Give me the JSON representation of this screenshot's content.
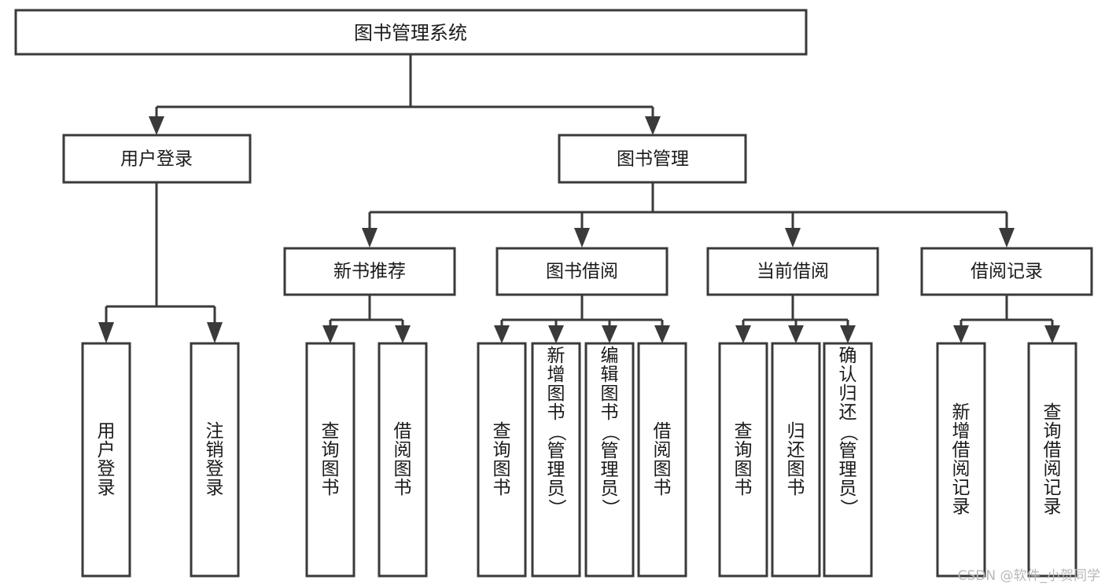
{
  "diagram": {
    "title": "图书管理系统",
    "type": "tree-hierarchy-diagram",
    "colors": {
      "stroke": "#3a3a3a",
      "fill": "#ffffff",
      "text": "#1a1a1a",
      "watermark": "#b8b8b8"
    },
    "root": {
      "label": "图书管理系统"
    },
    "level2": [
      {
        "label": "用户登录"
      },
      {
        "label": "图书管理"
      }
    ],
    "level3": [
      {
        "label": "新书推荐"
      },
      {
        "label": "图书借阅"
      },
      {
        "label": "当前借阅"
      },
      {
        "label": "借阅记录"
      }
    ],
    "leaves": [
      {
        "label": "用户登录",
        "parent": "用户登录"
      },
      {
        "label": "注销登录",
        "parent": "用户登录"
      },
      {
        "label": "查询图书",
        "parent": "新书推荐"
      },
      {
        "label": "借阅图书",
        "parent": "新书推荐"
      },
      {
        "label": "查询图书",
        "parent": "图书借阅"
      },
      {
        "label": "新增图书（管理员）",
        "parent": "图书借阅"
      },
      {
        "label": "编辑图书（管理员）",
        "parent": "图书借阅"
      },
      {
        "label": "借阅图书",
        "parent": "图书借阅"
      },
      {
        "label": "查询图书",
        "parent": "当前借阅"
      },
      {
        "label": "归还图书",
        "parent": "当前借阅"
      },
      {
        "label": "确认归还（管理员）",
        "parent": "当前借阅"
      },
      {
        "label": "新增借阅记录",
        "parent": "借阅记录"
      },
      {
        "label": "查询借阅记录",
        "parent": "借阅记录"
      }
    ]
  },
  "watermark": {
    "text": "CSDN @软件_小贺同学"
  }
}
